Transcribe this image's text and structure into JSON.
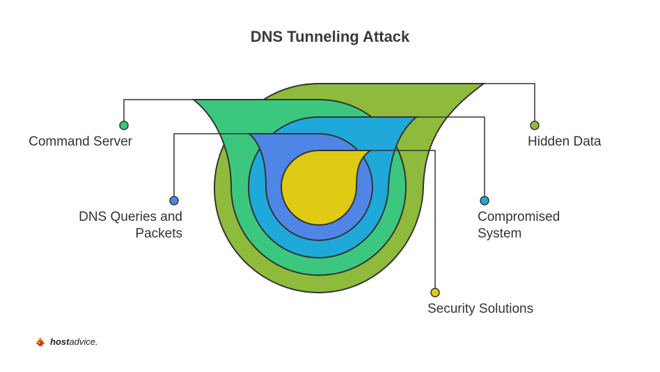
{
  "title": "DNS Tunneling Attack",
  "colors": {
    "hidden_data": "#8fbb3c",
    "command_server": "#3cc77f",
    "compromised_system": "#1fa9db",
    "dns_queries": "#4f86e6",
    "security_solutions": "#dfca14",
    "stroke": "#333333"
  },
  "labels": {
    "command_server": "Command Server",
    "hidden_data": "Hidden Data",
    "dns_queries": "DNS Queries and\nPackets",
    "compromised_system": "Compromised\nSystem",
    "security_solutions": "Security Solutions"
  },
  "brand": {
    "icon": "hostadvice-logo-icon",
    "name_bold": "host",
    "name_light": "advice."
  }
}
